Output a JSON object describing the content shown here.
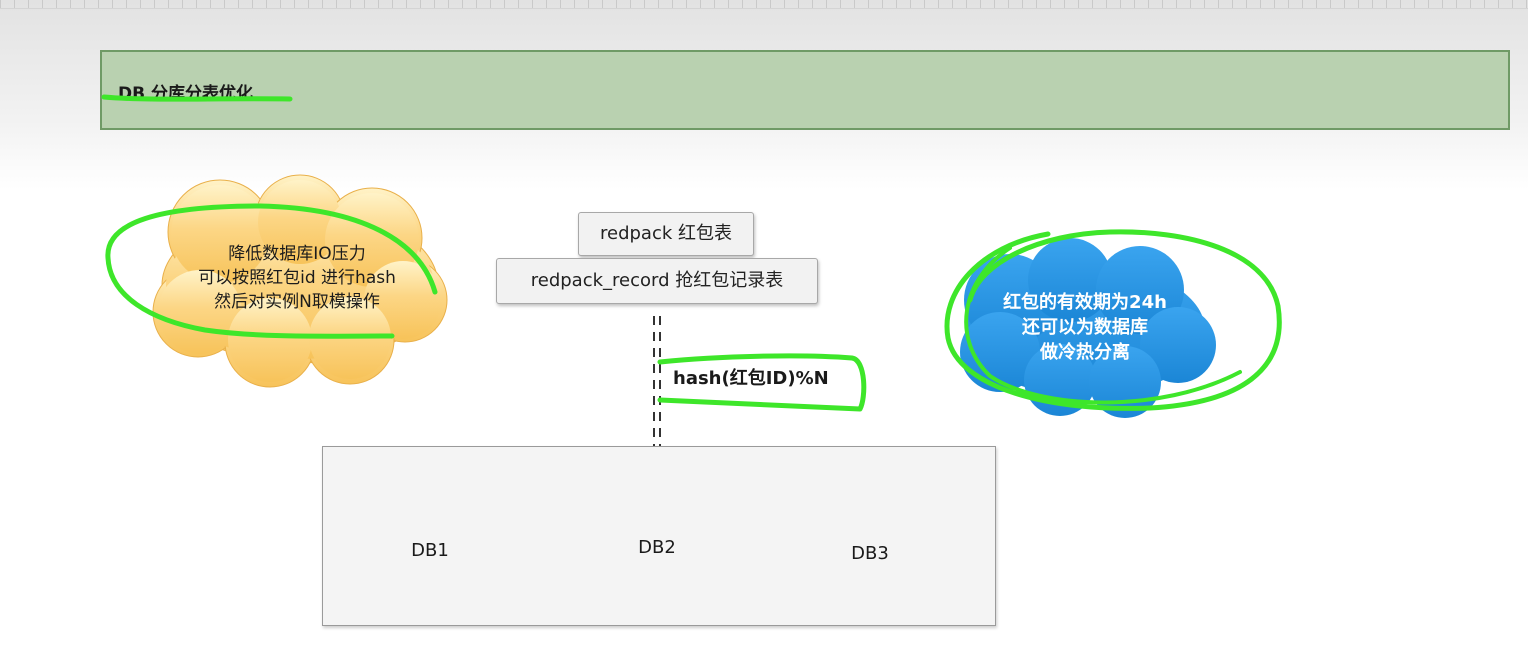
{
  "header": {
    "title": "DB 分库分表优化"
  },
  "tables": {
    "redpack": "redpack 红包表",
    "record": "redpack_record 抢红包记录表"
  },
  "hash_rule": "hash(红包ID)%N",
  "databases": [
    "DB1",
    "DB2",
    "DB3"
  ],
  "note_yellow": {
    "lines": [
      "降低数据库IO压力",
      "可以按照红包id 进行hash",
      "然后对实例N取模操作"
    ],
    "color": "#fccf6e"
  },
  "note_blue": {
    "lines": [
      "红包的有效期为24h",
      "还可以为数据库",
      "做冷热分离"
    ],
    "color": "#2196e8"
  },
  "colors": {
    "header_band": "#b9d1b0",
    "annotation": "#3ee62a"
  }
}
